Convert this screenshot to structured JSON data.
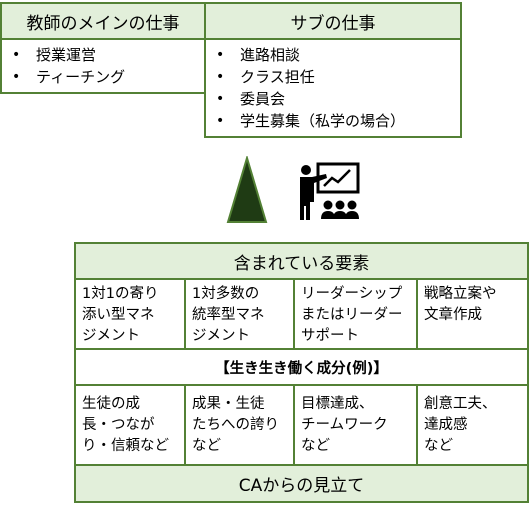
{
  "main_role": {
    "title": "教師のメインの仕事",
    "items": [
      "授業運営",
      "ティーチング"
    ]
  },
  "sub_role": {
    "title": "サブの仕事",
    "items": [
      "進路相談",
      "クラス担任",
      "委員会",
      "学生募集（私学の場合）"
    ]
  },
  "icons": [
    "triangle-icon",
    "teacher-presentation-icon"
  ],
  "elements": {
    "title": "含まれている要素",
    "top_row": [
      [
        "1対1の寄り",
        "添い型マネ",
        "ジメント"
      ],
      [
        "1対多数の",
        "統率型マネ",
        "ジメント"
      ],
      [
        "リーダーシップ",
        "またはリーダー",
        "サポート"
      ],
      [
        "戦略立案や",
        "文章作成"
      ]
    ],
    "key_label": "【生き生き働く成分(例)】",
    "bottom_row": [
      [
        "生徒の成",
        "長・つなが",
        "り・信頼など"
      ],
      [
        "成果・生徒",
        "たちへの誇り",
        "など"
      ],
      [
        "目標達成、",
        "チームワーク",
        "など"
      ],
      [
        "創意工夫、",
        "達成感",
        "など"
      ]
    ],
    "footer": "CAからの見立て"
  },
  "colors": {
    "border": "#538135",
    "header_fill": "#e2efda",
    "triangle": "#1f3b14"
  }
}
